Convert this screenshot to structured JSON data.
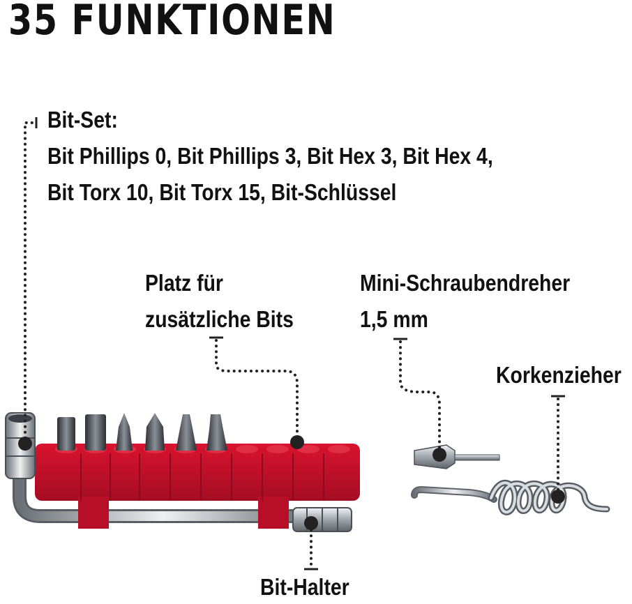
{
  "title": "35 FUNKTIONEN",
  "labels": {
    "bit_set": {
      "heading": "Bit-Set:",
      "line1": "Bit Phillips 0, Bit Phillips 3, Bit Hex 3, Bit Hex 4,",
      "line2": "Bit Torx 10, Bit Torx 15, Bit-Schlüssel"
    },
    "platz": {
      "line1": "Platz für",
      "line2": "zusätzliche Bits"
    },
    "mini": {
      "line1": "Mini-Schraubendreher",
      "line2": "1,5 mm"
    },
    "korkenzieher": "Korkenzieher",
    "bit_halter": "Bit-Halter"
  },
  "colors": {
    "holder_red": "#c8102e",
    "holder_dark_red": "#8e0b1f",
    "steel": "#b9bec4",
    "pointer": "#222222"
  }
}
